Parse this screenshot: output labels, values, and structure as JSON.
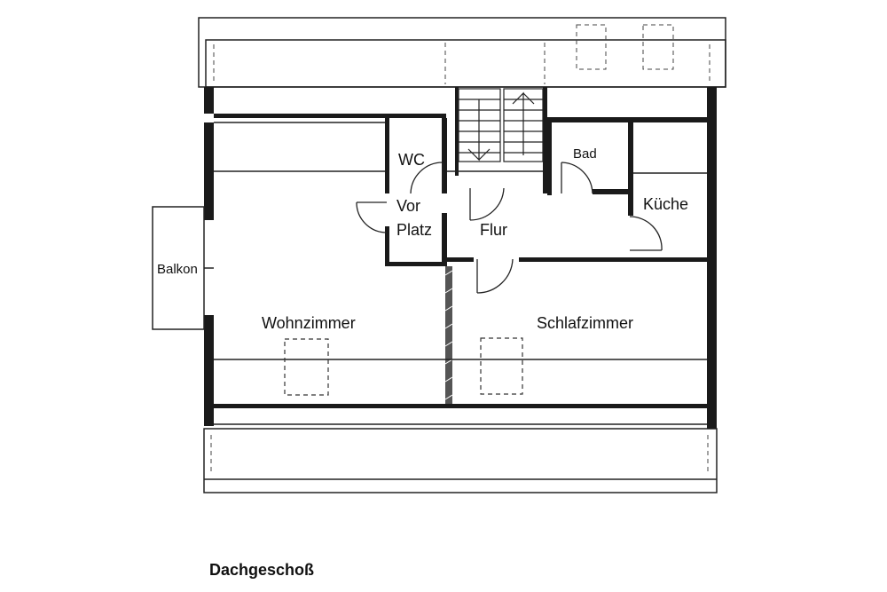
{
  "plan": {
    "caption": "Dachgeschoß",
    "rooms": {
      "wc": "WC",
      "vorplatz_line1": "Vor",
      "vorplatz_line2": "Platz",
      "flur": "Flur",
      "bad": "Bad",
      "kueche": "Küche",
      "balkon": "Balkon",
      "wohnzimmer": "Wohnzimmer",
      "schlafzimmer": "Schlafzimmer"
    }
  }
}
